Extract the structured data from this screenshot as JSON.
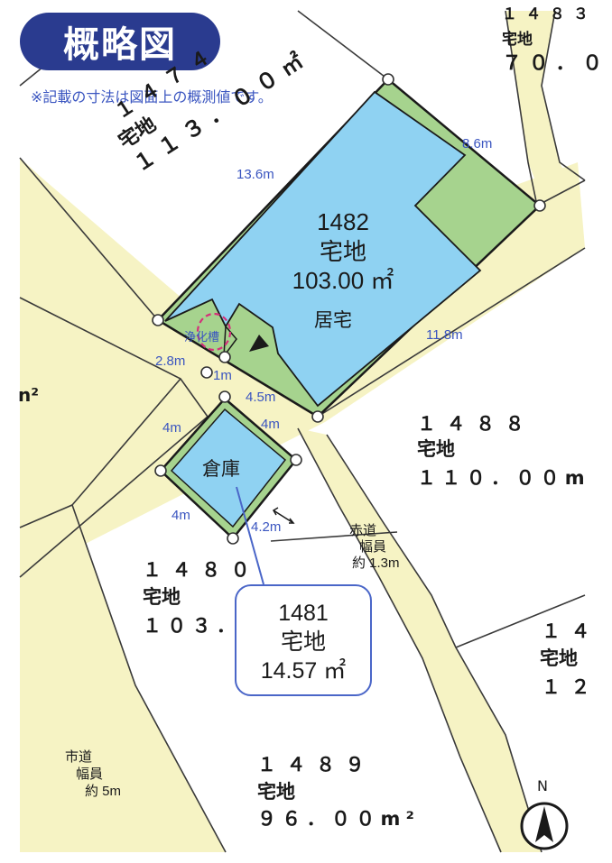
{
  "title": "概略図",
  "note": "※記載の寸法は図面上の概測値です。",
  "main_lot": {
    "number": "1482",
    "use": "宅地",
    "area": "103.00 ㎡",
    "building": "居宅"
  },
  "storage_lot": {
    "label": "倉庫"
  },
  "callout": {
    "number": "1481",
    "use": "宅地",
    "area": "14.57 ㎡"
  },
  "septic_tank": "浄化槽",
  "dimensions": {
    "d_13_6": "13.6m",
    "d_8_6": "8.6m",
    "d_11_8": "11.8m",
    "d_2_8": "2.8m",
    "d_1": "1m",
    "d_4_5": "4.5m",
    "d_4_left": "4m",
    "d_4_right": "4m",
    "d_4_bottom": "4m",
    "d_4_2": "4.2m"
  },
  "neighbors": {
    "n1483": {
      "number": "１４８３",
      "use": "宅地",
      "area": "７０．０"
    },
    "n1474": {
      "number": "１４７４",
      "use": "宅地",
      "area": "１１３．００㎡"
    },
    "n1488": {
      "number": "１４８８",
      "use": "宅地",
      "area": "１１０．００m"
    },
    "n1480": {
      "number": "１４８０",
      "use": "宅地",
      "area": "１０３．"
    },
    "n14": {
      "number": "１４",
      "use": "宅地",
      "area": "１２"
    },
    "n1489": {
      "number": "１４８９",
      "use": "宅地",
      "area": "９６．００m²"
    },
    "left_edge": "n²"
  },
  "roads": {
    "red_road": {
      "name": "赤道",
      "width_label": "幅員",
      "width": "約 1.3m"
    },
    "city_road": {
      "name": "市道",
      "width_label": "幅員",
      "width": "約 5m"
    }
  },
  "north": "N",
  "colors": {
    "lot_blue": "#8fd2f2",
    "lot_green": "#a6d38e",
    "road_yellow": "#f6f3c4",
    "title_bg": "#2a3b8f",
    "dim_text": "#3a55c0"
  },
  "icons": [
    "compass-north-icon",
    "entrance-triangle-icon",
    "survey-point-icon"
  ]
}
